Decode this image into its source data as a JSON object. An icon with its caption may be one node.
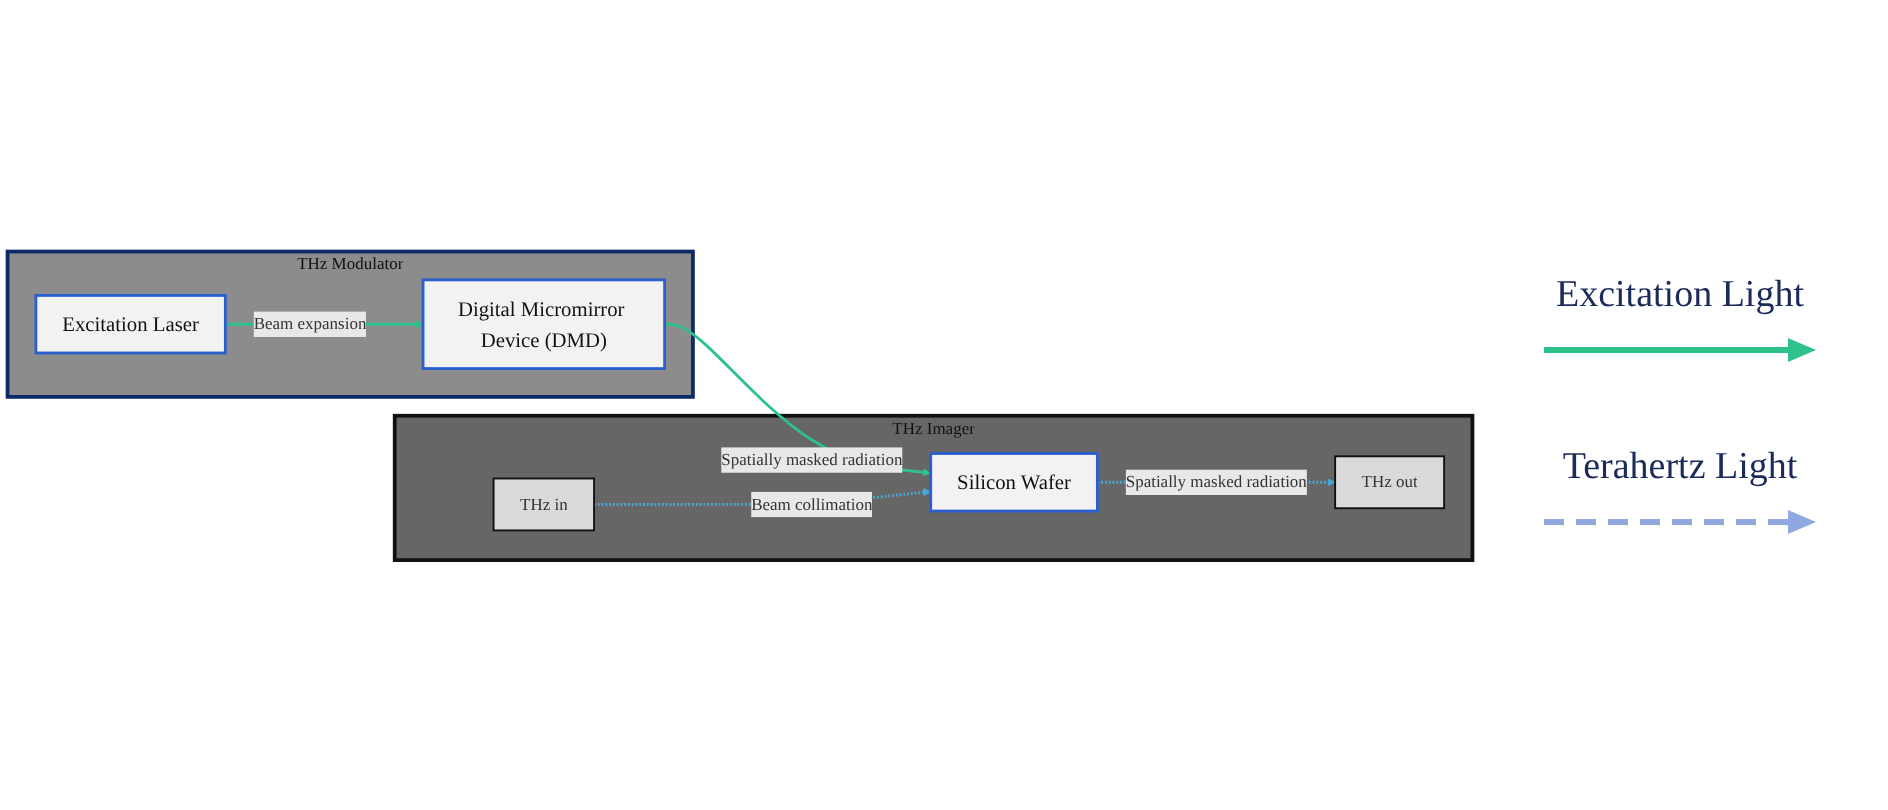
{
  "diagram": {
    "nodes": [
      {
        "text": [
          "THz Modulator"
        ]
      },
      {
        "text": [
          "Excitation Laser"
        ],
        "in": 0
      },
      {
        "text": [
          "Digital Micromirror Device (DMD)"
        ],
        "in": 0
      },
      {
        "text": [
          "THz Imager"
        ]
      },
      {
        "text": [
          "THz in"
        ],
        "in": 3
      },
      {
        "text": [
          "Silicon Wafer"
        ],
        "in": 3
      },
      {
        "text": [
          "THz out"
        ],
        "in": 3
      }
    ],
    "edges": [
      {
        "from": 1,
        "to": 2,
        "arrow": "to",
        "label": "Beam expansion",
        "color": "#2ec28a"
      },
      {
        "from": 2,
        "to": 5,
        "arrow": "to",
        "label": "Spatially masked radiation",
        "color": "#2ec28a"
      },
      {
        "from": 4,
        "to": 5,
        "arrow": "to",
        "label": "Beam collimation",
        "style": "dashed",
        "color": "#4aa8d8"
      },
      {
        "from": 5,
        "to": 6,
        "arrow": "to",
        "label": "Spatially masked radiation",
        "style": "dashed",
        "color": "#4aa8d8"
      }
    ],
    "legend": [
      {
        "text": "Excitation Light"
      },
      {
        "text": "Terahertz Light"
      }
    ]
  }
}
